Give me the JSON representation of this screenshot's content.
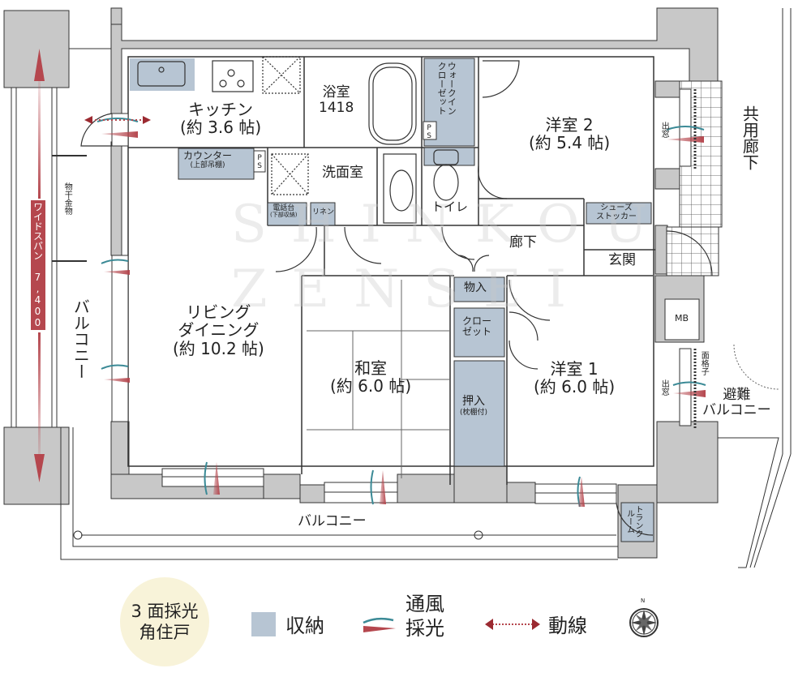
{
  "watermark": {
    "line1": "SHINKOU",
    "line2": "ZENSEI"
  },
  "rooms": {
    "kitchen": {
      "name": "キッチン",
      "size": "(約 3.6 帖)"
    },
    "bath": {
      "name": "浴室",
      "size": "1418"
    },
    "washroom": {
      "name": "洗面室"
    },
    "toilet": {
      "name": "トイレ"
    },
    "western2": {
      "name": "洋室 2",
      "size": "(約 5.4 帖)"
    },
    "living": {
      "name1": "リビング",
      "name2": "ダイニング",
      "size": "(約 10.2 帖)"
    },
    "japanese": {
      "name": "和室",
      "size": "(約 6.0 帖)"
    },
    "western1": {
      "name": "洋室 1",
      "size": "(約 6.0 帖)"
    },
    "hallway": {
      "name": "廊下"
    },
    "entrance": {
      "name": "玄関"
    },
    "common_corridor": {
      "name": "共用廊下"
    },
    "balcony_main": {
      "name": "バルコニー"
    },
    "balcony_side": {
      "name": "バルコニー"
    },
    "evac_balcony": {
      "name1": "避難",
      "name2": "バルコニー"
    },
    "mb": {
      "name": "MB"
    }
  },
  "storage": {
    "counter": {
      "name": "カウンター",
      "note": "(上部吊棚)"
    },
    "walk_in_closet": {
      "line1": "ウォークイン",
      "line2": "クローゼット"
    },
    "shoe_stocker": {
      "line1": "シューズ",
      "line2": "ストッカー"
    },
    "phone_stand": {
      "name": "電話台",
      "note": "(下部収納)"
    },
    "linen": {
      "name": "リネン"
    },
    "storeroom": {
      "name": "物入"
    },
    "closet": {
      "line1": "クロー",
      "line2": "ゼット"
    },
    "oshiire": {
      "name": "押入",
      "note": "(枕棚付)"
    },
    "trunk_room": {
      "line1": "トランク",
      "line2": "ルーム"
    }
  },
  "fixtures": {
    "ps1": "PS",
    "ps2": "PS",
    "bay_window1": "出窓",
    "bay_window2": "出窓",
    "lattice": "面格子",
    "drying_rack": "物干金物"
  },
  "dimension": {
    "label": "ワイドスパン 7,400"
  },
  "legend": {
    "badge_line1": "3 面採光",
    "badge_line2": "角住戸",
    "storage": "収納",
    "ventilation": "通風",
    "lighting": "採光",
    "circulation": "動線",
    "compass_north": "N"
  },
  "colors": {
    "storage": "#b7c5d3",
    "wall": "#c8c8c8",
    "ventilation": "#3b8a96",
    "lighting": "#b5474e",
    "badge": "#f8f3d9"
  }
}
